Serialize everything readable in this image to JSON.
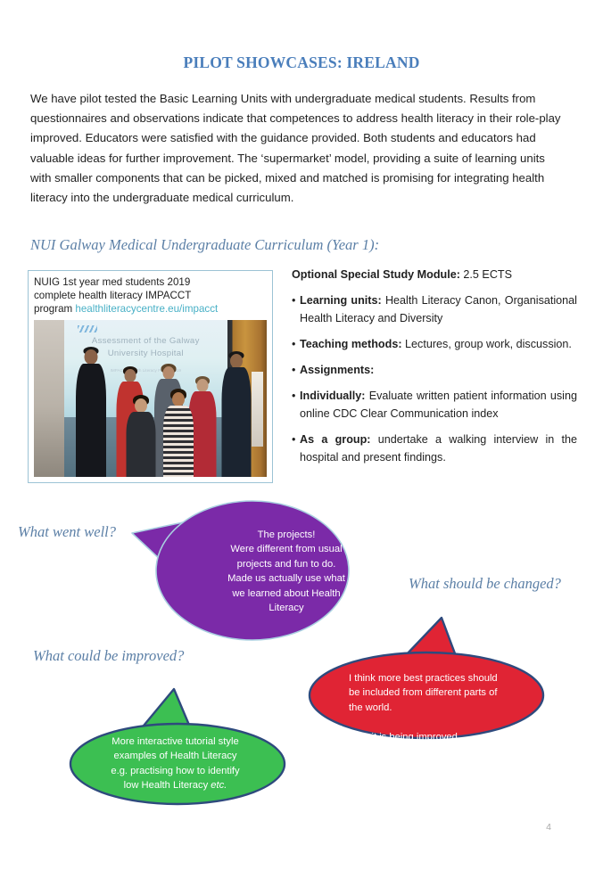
{
  "page": {
    "title": "PILOT SHOWCASES: IRELAND",
    "page_number": "4",
    "title_color": "#4a7ebb",
    "accent_color": "#5b7fa6"
  },
  "intro": {
    "paragraph": "We have pilot tested the Basic Learning Units with undergraduate medical students. Results from questionnaires and observations indicate that competences to address health literacy in their role-play improved. Educators were satisfied with the guidance provided. Both students and educators had valuable ideas for further improvement. The ‘supermarket’ model, providing a suite of learning units with smaller components that can be picked, mixed and matched is promising for integrating health literacy into the undergraduate medical curriculum."
  },
  "section": {
    "subtitle": "NUI Galway Medical Undergraduate Curriculum (Year 1):"
  },
  "figure": {
    "caption_line1": "NUIG 1st year med students 2019",
    "caption_line2": "complete health literacy IMPACCT",
    "caption_line3_prefix": "program ",
    "caption_link": "healthliteracycentre.eu/impacct",
    "link_color": "#48b0c6",
    "photo_slide_title_line1": "Assessment of the Galway",
    "photo_slide_title_line2": "University Hospital",
    "photo_slide_subtitle": "IMPACCT Health Literacy Project 2019"
  },
  "module": {
    "heading_label": "Optional Special Study Module:",
    "heading_value": " 2.5 ECTS",
    "bullet_glyph": "•",
    "bullets": [
      {
        "label": "Learning units:",
        "text": " Health Literacy Canon, Organisational Health Literacy and Diversity",
        "justify": true
      },
      {
        "label": "Teaching methods:",
        "text": " Lectures, group work, discussion.",
        "justify": true
      },
      {
        "label": "Assignments:",
        "text": "",
        "justify": false
      },
      {
        "label": "Individually:",
        "text": " Evaluate written patient information using online CDC Clear Communication index",
        "justify": true
      },
      {
        "label": "As a group:",
        "text": " undertake a walking interview in the hospital and present findings.",
        "justify": true
      }
    ]
  },
  "bubbles": {
    "well": {
      "label": "What went well?",
      "fill": "#7b2aa8",
      "stroke": "#a9cfe0",
      "lines": [
        "The projects!",
        "Were different from usual",
        "projects and fun to do.",
        "Made us  actually use what",
        "we learned about  Health",
        "Literacy"
      ]
    },
    "changed": {
      "label": "What should be changed?",
      "fill": "#e02434",
      "stroke": "#2e4a7d",
      "lines": [
        "I think more best practices should",
        "be included from different parts of",
        "the world.",
        "",
        "How it is being improved"
      ]
    },
    "improved": {
      "label": "What could be improved?",
      "fill": "#3cbf52",
      "stroke": "#2e4a7d",
      "lines_pre": [
        "More interactive tutorial style",
        "examples of Health Literacy",
        "e.g. practising how to identify",
        "low Health Literacy "
      ],
      "lines_italic_tail": "etc."
    }
  }
}
